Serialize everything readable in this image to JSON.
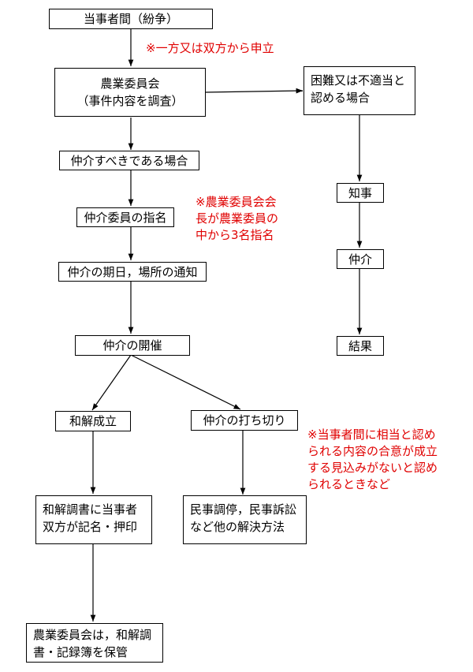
{
  "boxes": {
    "dispute": "当事者間（紛争）",
    "committee": {
      "line1": "農業委員会",
      "line2": "（事件内容を調査）"
    },
    "difficult": {
      "line1": "困難又は不適当と",
      "line2": "認める場合"
    },
    "mediation_case": "仲介すべきである場合",
    "mediator_appoint": "仲介委員の指名",
    "notice": "仲介の期日，場所の通知",
    "holding": "仲介の開催",
    "settlement": "和解成立",
    "termination": "仲介の打ち切り",
    "document": {
      "line1": "和解調書に当事者",
      "line2": "双方が記名・押印"
    },
    "other_methods": {
      "line1": "民事調停，民事訴訟",
      "line2": "など他の解決方法"
    },
    "storage": {
      "line1": "農業委員会は，和解調",
      "line2": "書・記録簿を保管"
    },
    "governor": "知事",
    "gov_mediation": "仲介",
    "result": "結果"
  },
  "notes": {
    "application": "※一方又は双方から申立",
    "appoint": {
      "line1": "※農業委員会会",
      "line2": "長が農業委員の",
      "line3": "中から3名指名"
    },
    "termination": {
      "line1": "※当事者間に相当と認め",
      "line2": "られる内容の合意が成立",
      "line3": "する見込みがないと認め",
      "line4": "られるときなど"
    }
  },
  "colors": {
    "note_text": "#e00000",
    "line": "#000000"
  }
}
